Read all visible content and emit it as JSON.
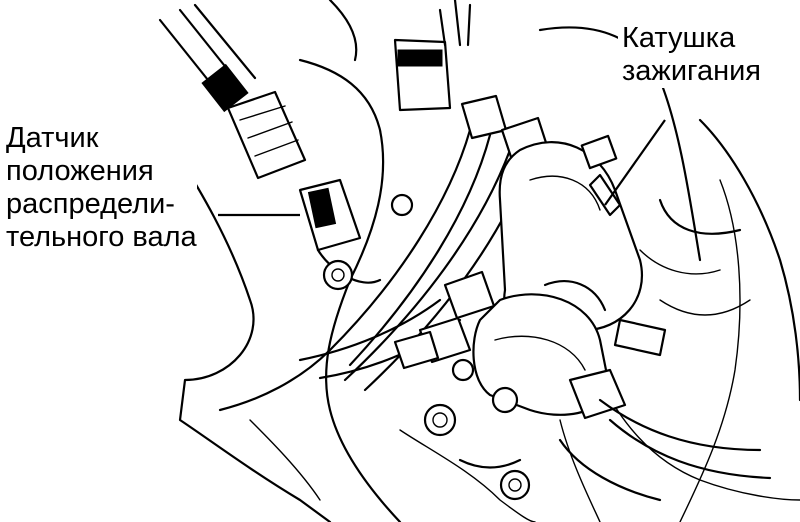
{
  "labels": {
    "camshaft_sensor": [
      "Датчик",
      "положения",
      "распредели-",
      "тельного вала"
    ],
    "ignition_coil": [
      "Катушка",
      "зажигания"
    ]
  }
}
